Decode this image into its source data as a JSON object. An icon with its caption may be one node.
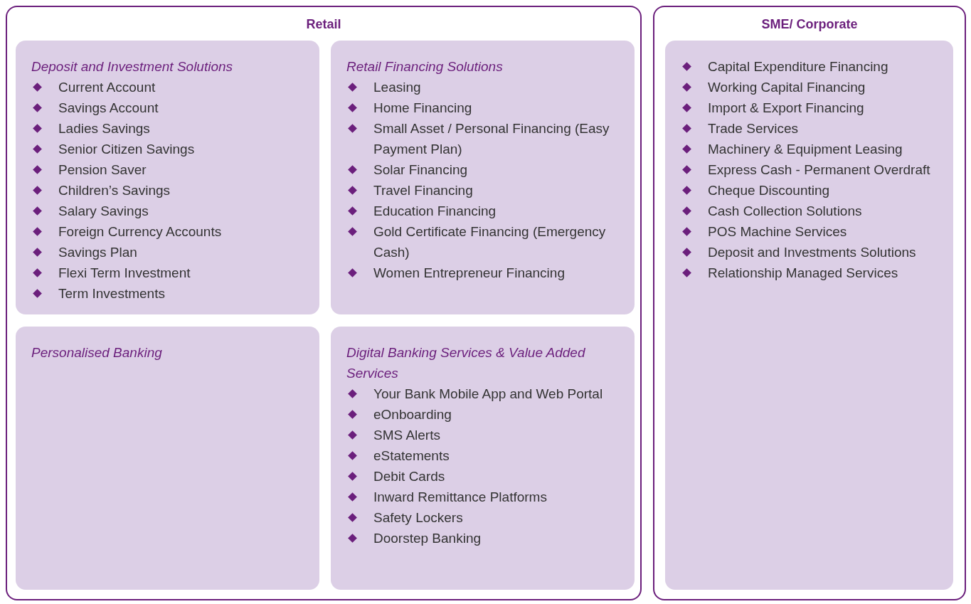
{
  "diagram": {
    "nodes": [
      {
        "text": [
          "Retail"
        ]
      },
      {
        "text": [
          "Deposit and Investment Solutions",
          "Current Account",
          "Savings Account",
          "Ladies Savings",
          "Senior Citizen Savings",
          "Pension Saver",
          "Children’s Savings",
          "Salary Savings",
          "Foreign Currency Accounts",
          "Savings Plan",
          "Flexi Term Investment",
          "Term Investments"
        ],
        "in": 0
      },
      {
        "text": [
          "Retail Financing Solutions",
          "Leasing",
          "Home Financing",
          "Small Asset / Personal Financing (Easy Payment Plan)",
          "Solar Financing",
          "Travel Financing",
          "Education Financing",
          "Gold Certificate Financing (Emergency Cash)",
          "Women Entrepreneur Financing"
        ],
        "in": 0
      },
      {
        "text": [
          "Personalised Banking"
        ],
        "in": 0
      },
      {
        "text": [
          "Digital Banking Services & Value Added Services",
          "Your Bank Mobile App and Web Portal",
          "eOnboarding",
          "SMS Alerts",
          "eStatements",
          "Debit Cards",
          "Inward Remittance Platforms",
          "Safety Lockers",
          "Doorstep Banking"
        ],
        "in": 0
      },
      {
        "text": [
          "SME/ Corporate"
        ]
      },
      {
        "text": [
          "Capital Expenditure Financing",
          "Working Capital Financing",
          "Import & Export Financing",
          "Trade Services",
          "Machinery & Equipment Leasing",
          "Express Cash - Permanent Overdraft",
          "Cheque Discounting",
          "Cash Collection Solutions",
          "POS Machine Services",
          "Deposit and Investments Solutions",
          "Relationship Managed Services"
        ],
        "in": 5
      }
    ],
    "edges": []
  }
}
